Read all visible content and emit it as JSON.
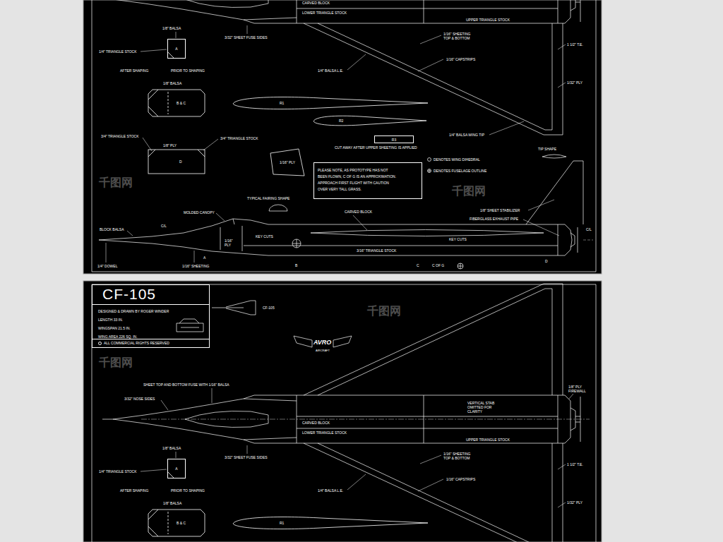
{
  "diagram": {
    "nodes": [
      {
        "text": [
          "A"
        ]
      },
      {
        "text": [
          "B & C"
        ]
      },
      {
        "text": [
          "R1"
        ]
      },
      {
        "text": [
          "R2"
        ]
      },
      {
        "text": [
          "R3"
        ]
      },
      {
        "text": [
          "D"
        ]
      },
      {
        "text": [
          "1/16\" PLY"
        ]
      },
      {
        "text": [
          "PLEASE NOTE, AS PROTOTYPE HAS NOT BEEN FLOWN, C OF G IS AN APPROXIMATION. APPROACH FIRST FLIGHT WITH CAUTION OVER VERY TALL GRASS."
        ]
      },
      {
        "text": [
          "CF-105",
          "DESIGNED & DRAWN BY ROGER WINDER",
          "LENGTH 33 IN.",
          "WINGSPAN 21.5 IN.",
          "WING AREA 226 SQ. IN.",
          "ALL COMMERCIAL RIGHTS RESERVED"
        ]
      },
      {
        "text": [
          "A"
        ]
      },
      {
        "text": [
          "B & C"
        ]
      },
      {
        "text": [
          "R1"
        ]
      }
    ],
    "labels": [
      "CARVED BLOCK",
      "LOWER TRIANGLE STOCK",
      "UPPER TRIANGLE STOCK",
      "1/8\" BALSA",
      "3/32\" SHEET FUSE SIDES",
      "1/16\" SHEETING TOP & BOTTOM",
      "1 1/2\" T.E.",
      "1/4\" TRIANGLE STOCK",
      "1/16\" CAPSTRIPS",
      "AFTER SHAPING",
      "PRIOR TO SHAPING",
      "1/4\" BALSA L.E.",
      "1/32\" PLY",
      "1/8\" BALSA",
      "3/4\" TRIANGLE STOCK",
      "3/4\" TRIANGLE STOCK",
      "1/4\" BALSA WING TIP",
      "1/8\" PLY",
      "CUT AWAY AFTER UPPER SHEETING IS APPLIED",
      "TIP SHAPE",
      "TYPICAL FAIRING SHAPE",
      "MOLDED CANOPY",
      "CARVED BLOCK",
      "1/8\" SHEET STABILIZER",
      "FIBERGLASS EXHAUST PIPE",
      "C/L",
      "C/L",
      "BLOCK BALSA",
      "KEY CUTS",
      "1/16\" PLY",
      "KEY CUTS",
      "3/16\" TRIANGLE STOCK",
      "1/4\" DOWEL",
      "1/16\" SHEETING",
      "A",
      "B",
      "C",
      "C OF G",
      "D",
      "CF-105",
      "AVRO",
      "AIRCRAFT",
      "SHEET TOP AND BOTTOM FUSE WITH 1/16\" BALSA",
      "3/32\" NOSE SIDES",
      "1/8\" PLY FIREWALL",
      "VERTICAL STAB OMITTED FOR CLARITY",
      "CARVED BLOCK",
      "LOWER TRIANGLE STOCK",
      "UPPER TRIANGLE STOCK",
      "1/8\" BALSA",
      "3/32\" SHEET FUSE SIDES",
      "1/16\" SHEETING TOP & BOTTOM",
      "1 1/2\" T.E.",
      "1/4\" TRIANGLE STOCK",
      "1/16\" CAPSTRIPS",
      "AFTER SHAPING",
      "PRIOR TO SHAPING",
      "1/4\" BALSA L.E.",
      "1/32\" PLY",
      "1/8\" BALSA",
      "千图网",
      "千图网",
      "千图网",
      "千图网"
    ],
    "legend": [
      {
        "text": "DENOTES WING DIHEDRAL"
      },
      {
        "text": "DENOTES FUSELAGE OUTLINE"
      }
    ]
  }
}
